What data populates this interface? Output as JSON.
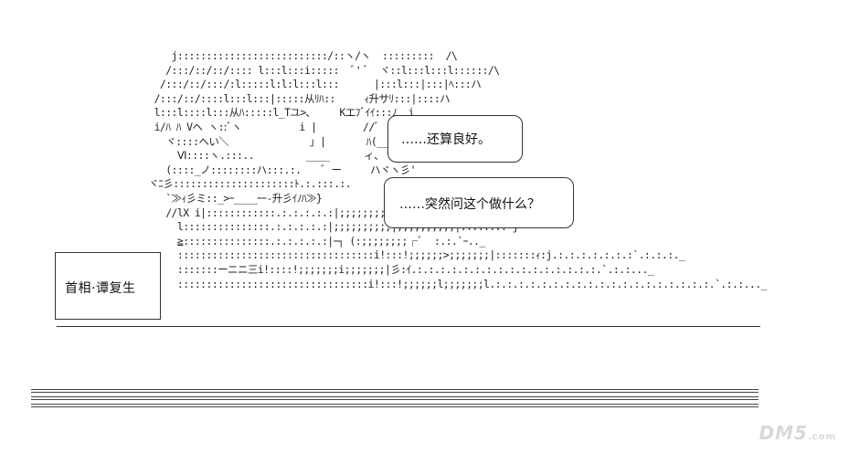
{
  "speech_bubbles": [
    "……还算良好。",
    "……突然问这个做什么？"
  ],
  "name_label": "首相·谭复生",
  "ascii_art": [
    "           j::::::::::::::::::::::::::/::ヽ/ヽ  :::::::::  /\\",
    "          /:::/::/::/:::: l:::l:::i:::::  ﾞ' ﾞ  ヾ::l:::l:::l::::::/\\",
    "         /:::/::/:::/:l:::::l:l:l:::l:::      |:::l:::|:::|ﾍ:::ハ",
    "        /:::/::/::::l:::l:::|:::::从ﾘﾊ::     ｨ升サﾘ:::|::::ハ",
    "        l:::l::::l:::从ﾊ:::::l_Tユ>､     Kエﾌﾞｲｲ:::ﾉ  i",
    "        i/ﾊ ﾊ Vヘ ヽ::ﾞヽ          i |        //ﾞ",
    "          ヾ::::ヘい＼              ｣ |       ﾊ(___)",
    "            Ⅵ::::ヽ.:::..         ____      ィ、ヽニノ",
    "          (::::_ノ::::::::ハ:::.:.    ﾞ ー     ハヾヽ彡'",
    "       ヾﾆ彡:::::::::::::::::::::ﾄ.:.:::.:.          /:::::j/\\!ヽヽ",
    "          `≫ｨ彡ミ::_>ｰ____ｰｰ-升彡ｲﾉﾊ≫}",
    "          //lX i|::::::::::::.:.:.:.:.:|;;;;;;;;;;|;;;;;;;;;;|:.:.:.:.|",
    "            l:::::::::::::::.:.:.:.:.:|;;;;;;;;;;|;;;;;;;;;;|:.:.:.:. j",
    "            ≧:::::::::::::::.:.:.:.:.:|ｰ┐ (:;;;;;;;;┌ﾞ  :.:.`ｰ.._",
    "            ::::::::::::::::::::::::::::::::::i!:::!;;;;;;>;;;;;;;|:::::::ｨ:j.:.:.:.:.:.:.:`.:.:.:._",
    "            :::::::ーニニ三i!::::!;;;;;;;i;;;;;;;|彡:ｲ.:.:.:.:.:.:.:.:.:.:.:.:.:.:.:.:.`.:.:..._",
    "            :::::::::::::::::::::::::::::::::i!:::!;;;;;;l;;;;;;;l.:.:.:.:.:.:.:.:.:.:.:.:.:.:.:.:.:.:.:.`.:.:..._"
  ],
  "watermark": "DM5",
  "watermark_suffix": ".com"
}
